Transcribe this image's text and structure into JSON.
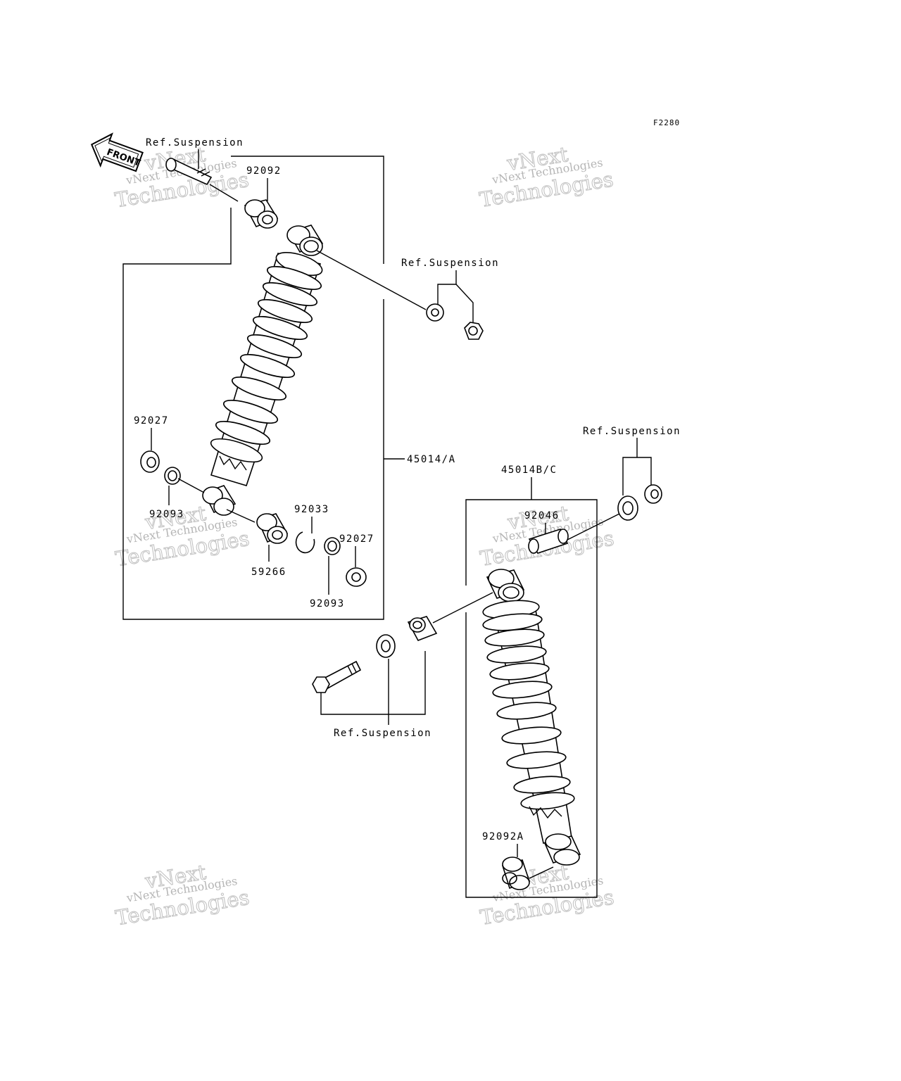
{
  "figure_code": "F2280",
  "front_label": "FRONT",
  "references": {
    "ref_top_left": "Ref.Suspension",
    "ref_upper_right": "Ref.Suspension",
    "ref_right": "Ref.Suspension",
    "ref_bottom": "Ref.Suspension"
  },
  "part_labels": {
    "p92092": "92092",
    "p92027_left": "92027",
    "p92093_left": "92093",
    "p59266": "59266",
    "p92033": "92033",
    "p92027_right": "92027",
    "p92093_right": "92093",
    "p45014a": "45014/A",
    "p45014bc": "45014B/C",
    "p92046": "92046",
    "p92092a": "92092A"
  },
  "watermark": {
    "line1": "vNext Technologies",
    "line2": "vNext",
    "line3": "Technologies"
  }
}
